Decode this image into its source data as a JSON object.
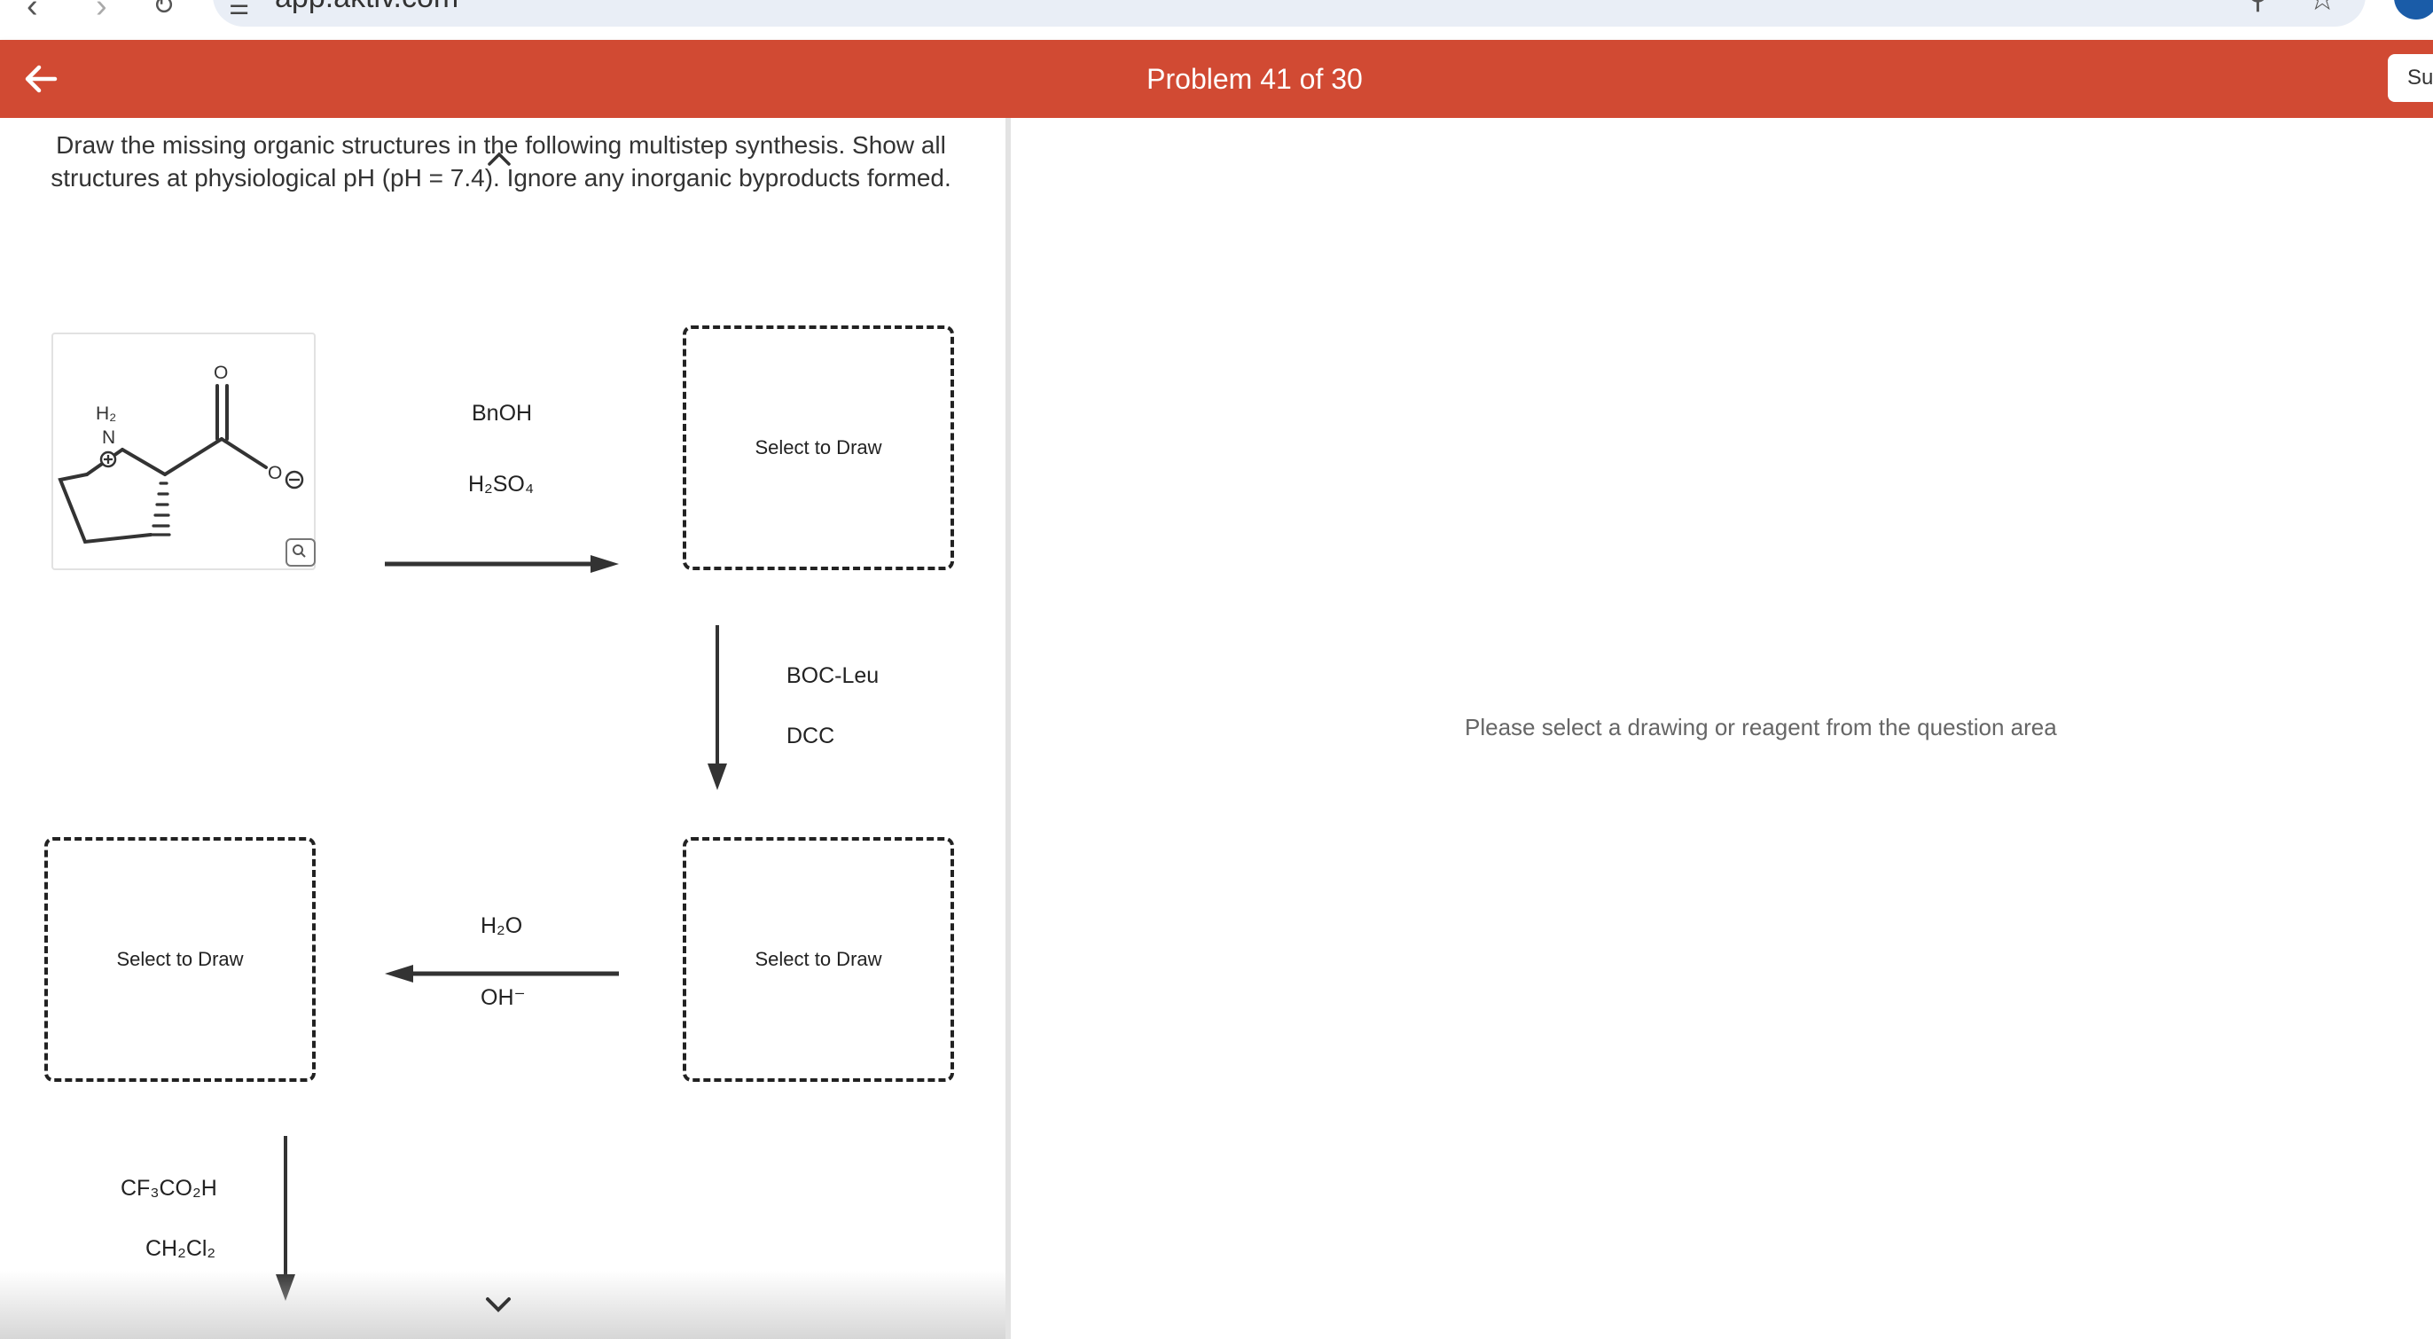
{
  "browser": {
    "url": "app.aktiv.com",
    "back_icon": "arrow-left",
    "forward_icon": "arrow-right",
    "reload_icon": "reload",
    "zoom_icon": "magnifier",
    "star_icon": "star"
  },
  "header": {
    "title": "Problem 41 of 30",
    "submit_label": "Su",
    "color": "#d14a33"
  },
  "question": {
    "instructions": "Draw the missing organic structures in the following multistep synthesis. Show all structures at physiological pH (pH = 7.4). Ignore any inorganic byproducts formed.",
    "start_molecule": {
      "atom_labels": {
        "nh2": "H₂",
        "n": "N",
        "carbonyl_o": "O",
        "alkoxide_o": "O"
      },
      "charges": [
        "plus",
        "minus"
      ]
    },
    "steps": [
      {
        "reagent_top": "BnOH",
        "reagent_bottom": "H₂SO₄",
        "direction": "right"
      },
      {
        "reagent_top": "BOC-Leu",
        "reagent_bottom": "DCC",
        "direction": "down"
      },
      {
        "reagent_top": "H₂O",
        "reagent_bottom": "OH⁻",
        "direction": "left"
      },
      {
        "reagent_top": "CF₃CO₂H",
        "reagent_bottom": "CH₂Cl₂",
        "direction": "down"
      }
    ],
    "draw_boxes": [
      {
        "label": "Select to Draw"
      },
      {
        "label": "Select to Draw"
      },
      {
        "label": "Select to Draw"
      }
    ]
  },
  "right_pane": {
    "message": "Please select a drawing or reagent from the question area"
  }
}
